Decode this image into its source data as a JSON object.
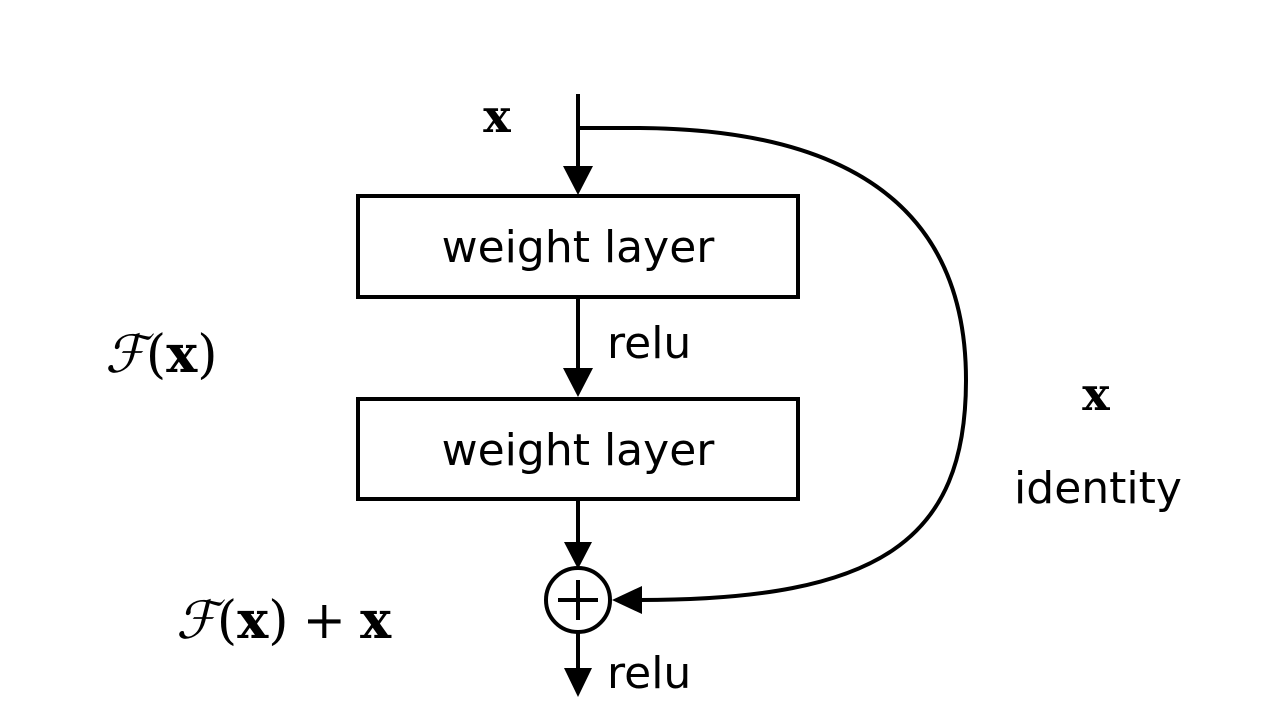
{
  "diagram": {
    "title": "Residual learning building block",
    "input_label": "x",
    "layers": [
      {
        "label": "weight layer"
      },
      {
        "label": "weight layer"
      }
    ],
    "activation_between": "relu",
    "activation_output": "relu",
    "residual_function": {
      "script": "ℱ",
      "open": "(",
      "var": "x",
      "close": ")"
    },
    "sum_label": {
      "script": "ℱ",
      "open": "(",
      "var": "x",
      "close": ")",
      "plus": "+",
      "var2": "x"
    },
    "shortcut": {
      "var": "x",
      "label": "identity"
    },
    "add_symbol": "+",
    "colors": {
      "stroke": "#000000",
      "background": "#ffffff",
      "text": "#000000"
    }
  }
}
